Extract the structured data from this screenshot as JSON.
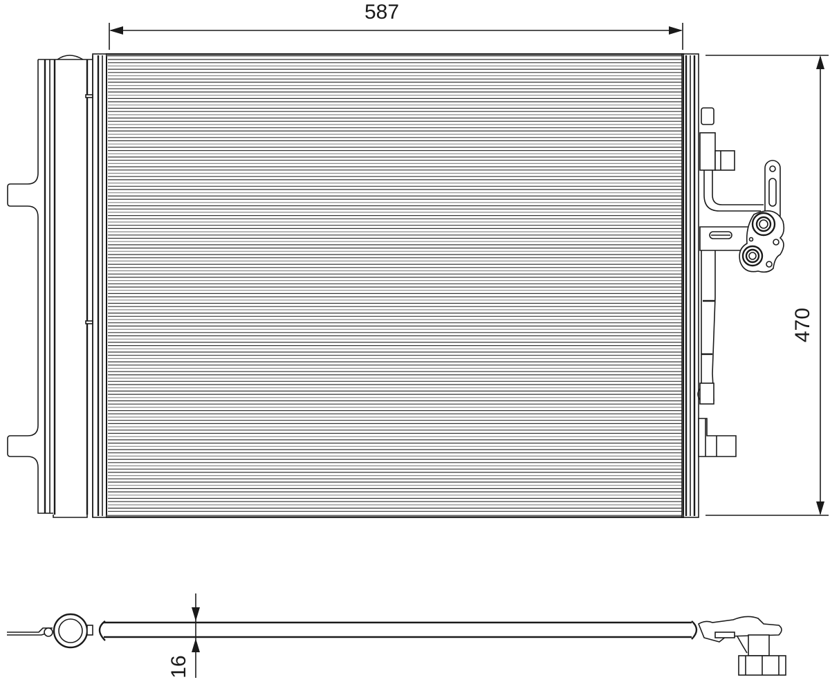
{
  "drawing": {
    "type": "technical-drawing",
    "subject": "condenser",
    "views": [
      "front-view",
      "top-view"
    ]
  },
  "dimensions": {
    "width": {
      "label": "587",
      "orientation": "horizontal"
    },
    "height": {
      "label": "470",
      "orientation": "vertical"
    },
    "depth": {
      "label": "16",
      "orientation": "vertical"
    }
  },
  "colors": {
    "line": "#1a1a1a",
    "background": "#ffffff",
    "fin_light": "#888888"
  }
}
